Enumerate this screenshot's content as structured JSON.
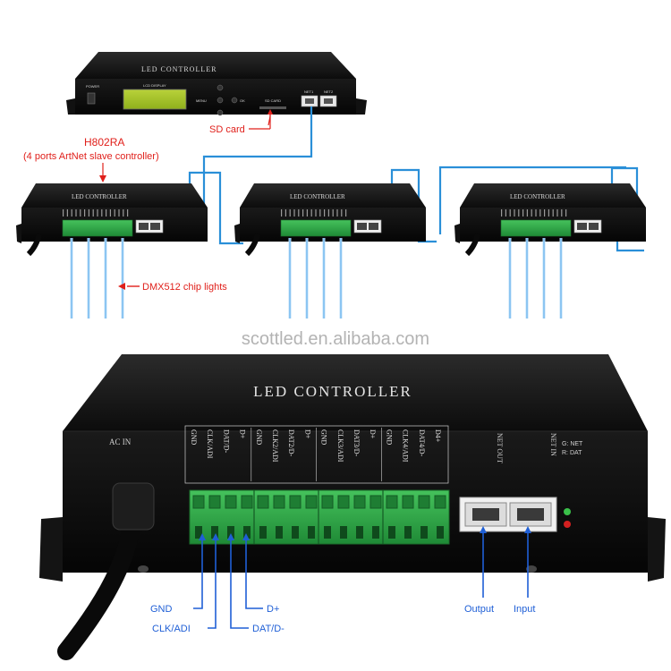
{
  "master": {
    "title": "LED CONTROLLER",
    "power": "POWER",
    "lcd": "LCD DISPLAY",
    "menu": "MENU",
    "ok": "OK",
    "sdslot": "SD CARD",
    "net1": "NET1",
    "net2": "NET2",
    "sd_annotation": "SD card"
  },
  "slave": {
    "model": "H802RA",
    "description": "(4 ports ArtNet slave controller)",
    "unit_title": "LED CONTROLLER",
    "lights_annotation": "DMX512 chip lights"
  },
  "watermark": "scottled.en.alibaba.com",
  "closeup": {
    "title": "LED CONTROLLER",
    "ac_in": "AC IN",
    "port_labels": [
      "GND",
      "CLK/ADI",
      "DAT/D-",
      "D+",
      "GND",
      "CLK2/ADI",
      "DAT2/D-",
      "D+",
      "GND",
      "CLK3/ADI",
      "DAT3/D-",
      "D+",
      "GND",
      "CLK4/ADI",
      "DAT4/D-",
      "D4+"
    ],
    "net_out": "NET OUT",
    "net_in": "NET IN",
    "led_legend_g": "G: NET",
    "led_legend_r": "R: DAT",
    "callouts": {
      "gnd": "GND",
      "clk": "CLK/ADI",
      "dplus": "D+",
      "dat": "DAT/D-",
      "output": "Output",
      "input": "Input"
    }
  },
  "colors": {
    "annotation_red": "#e0201b",
    "annotation_blue": "#1f5fd6",
    "terminal_green": "#2fa84a",
    "cable_blue": "#2a8fd8"
  }
}
